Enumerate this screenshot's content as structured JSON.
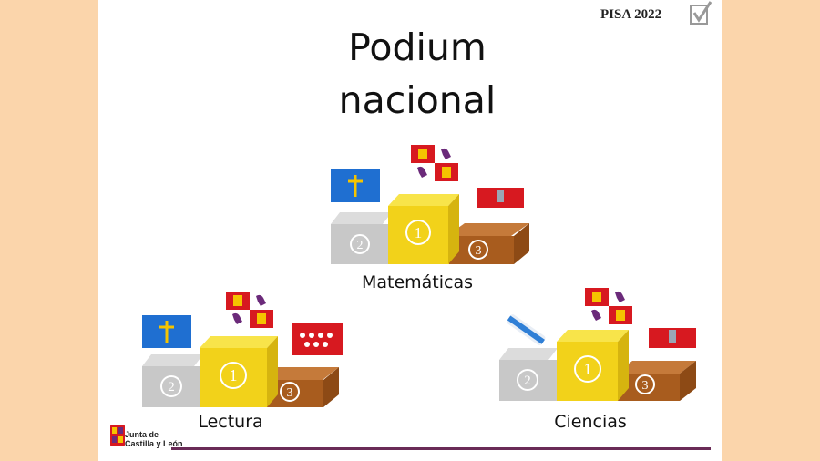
{
  "slide": {
    "title_line1": "Podium",
    "title_line2": "nacional",
    "corner_label": "PISA 2022",
    "logo_text_line1": "Junta de",
    "logo_text_line2": "Castilla y León"
  },
  "podiums": [
    {
      "label": "Matemáticas",
      "places": [
        "1",
        "2",
        "3"
      ],
      "flags": {
        "first": "castilla-y-leon-flag",
        "second": "asturias-flag",
        "third": "cantabria-flag"
      }
    },
    {
      "label": "Lectura",
      "places": [
        "1",
        "2",
        "3"
      ],
      "flags": {
        "first": "castilla-y-leon-flag",
        "second": "asturias-flag",
        "third": "madrid-flag"
      }
    },
    {
      "label": "Ciencias",
      "places": [
        "1",
        "2",
        "3"
      ],
      "flags": {
        "first": "castilla-y-leon-flag",
        "second": "galicia-flag",
        "third": "cantabria-flag"
      }
    }
  ],
  "colors": {
    "gold": "#f2d21a",
    "silver": "#c8c8c8",
    "bronze": "#a85c1e",
    "accent_line": "#6a2b57",
    "page_background": "#fbd5ab"
  }
}
